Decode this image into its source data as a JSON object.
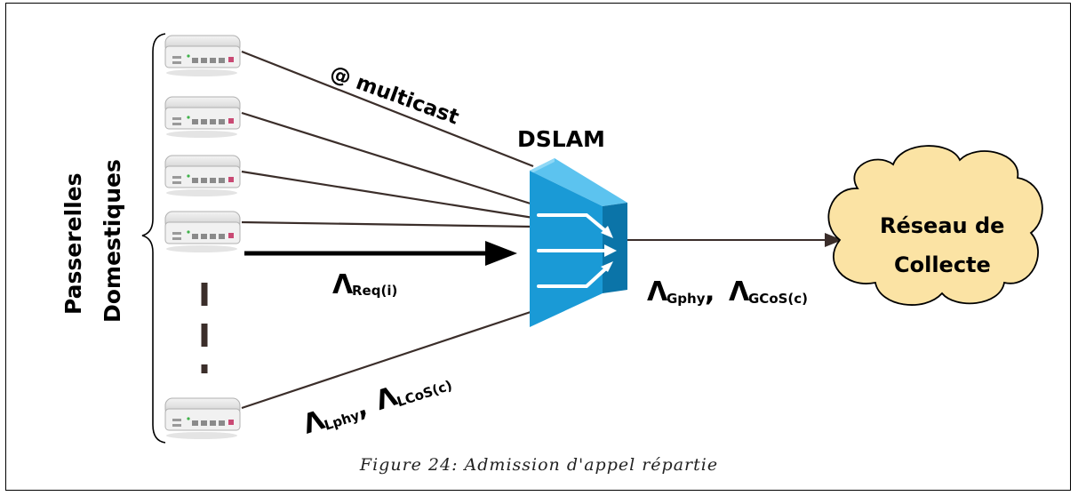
{
  "labels": {
    "multicast": "@ multicast",
    "dslam": "DSLAM",
    "gateways_line1": "Passerelles",
    "gateways_line2": "Domestiques",
    "cloud_line1": "Réseau de",
    "cloud_line2": "Collecte",
    "lambda": "Λ",
    "req_sub": "Req(i)",
    "gphy_sub": "Gphy",
    "gcos_sub": "GCoS(c)",
    "lphy_sub": "Lphy",
    "lcos_sub": "LCoS(c)",
    "comma": ","
  },
  "caption": "Figure 24: Admission d'appel répartie",
  "colors": {
    "dslam_face": "#1a9ad6",
    "dslam_top": "#5cc3ef",
    "dslam_dark": "#0b74a8",
    "cloud_fill": "#fbe3a4",
    "lines": "#3b2e2a"
  }
}
